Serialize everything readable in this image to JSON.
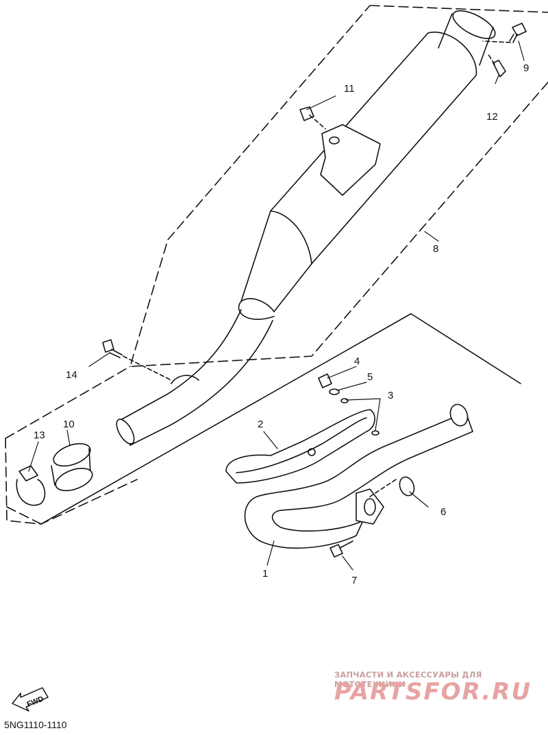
{
  "diagram_code": "5NG1110-1110",
  "fwd_label": "FWD",
  "watermark": {
    "tagline": "ЗАПЧАСТИ И АКСЕССУАРЫ ДЛЯ МОТОТЕХНИКИ",
    "brand": "PARTSFOR.RU"
  },
  "callouts": {
    "p1": "1",
    "p2": "2",
    "p3": "3",
    "p4": "4",
    "p5": "5",
    "p6": "6",
    "p7": "7",
    "p8": "8",
    "p9": "9",
    "p10": "10",
    "p11": "11",
    "p12": "12",
    "p13": "13",
    "p14": "14"
  },
  "colors": {
    "ink": "#111111",
    "watermark": "#e7a3a3"
  }
}
